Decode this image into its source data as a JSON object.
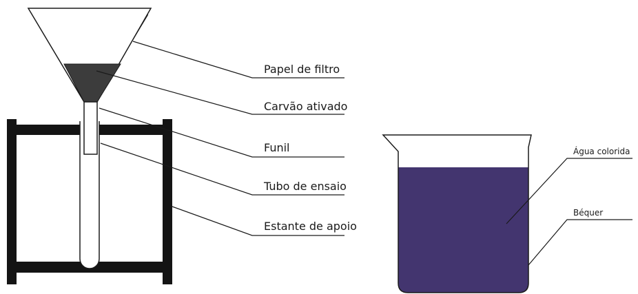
{
  "apparatus_labels": {
    "papel_filtro": "Papel de filtro",
    "carvao": "Carvão ativado",
    "funil": "Funil",
    "tubo": "Tubo de ensaio",
    "estante": "Estante de apoio"
  },
  "beaker_labels": {
    "agua": "Água colorida",
    "bequer": "Béquer"
  },
  "colors": {
    "liquid": "#43356f",
    "charcoal": "#3c3c3c",
    "stand": "#141414",
    "outline": "#1a1a1a"
  }
}
